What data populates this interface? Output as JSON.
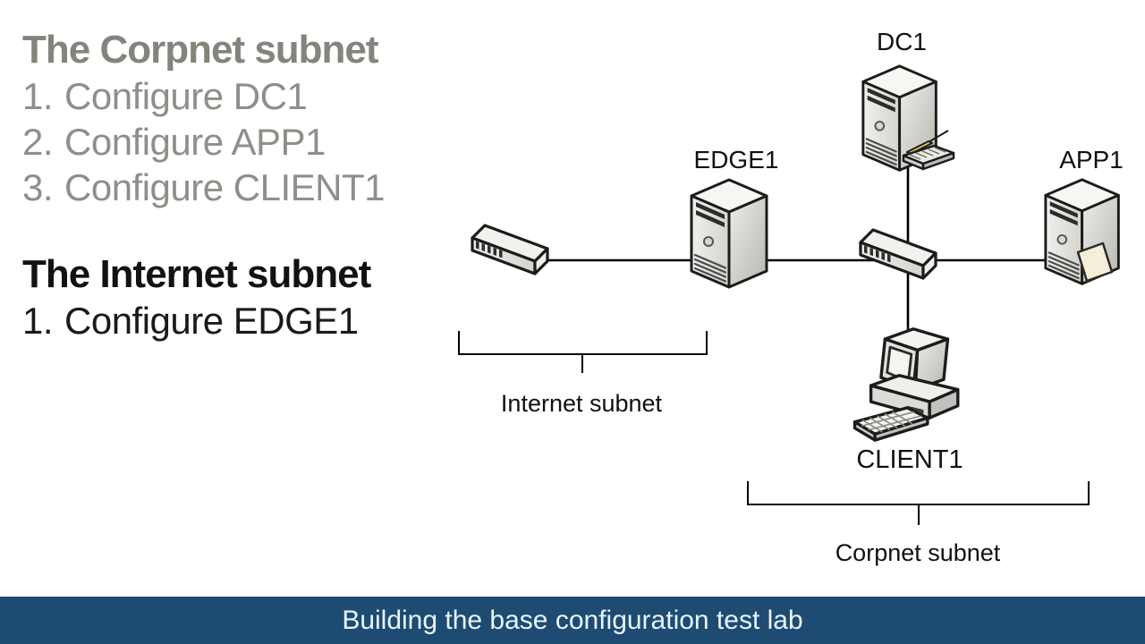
{
  "slide": {
    "sections": [
      {
        "heading": "The Corpnet subnet",
        "items": [
          {
            "num": "1.",
            "label": "Configure DC1"
          },
          {
            "num": "2.",
            "label": "Configure APP1"
          },
          {
            "num": "3.",
            "label": "Configure CLIENT1"
          }
        ]
      },
      {
        "heading": "The Internet subnet",
        "items": [
          {
            "num": "1.",
            "label": "Configure EDGE1"
          }
        ]
      }
    ]
  },
  "diagram": {
    "nodes": {
      "dc1": {
        "label": "DC1",
        "icon": "server-tower-icon"
      },
      "edge1": {
        "label": "EDGE1",
        "icon": "server-tower-icon"
      },
      "app1": {
        "label": "APP1",
        "icon": "server-tower-icon"
      },
      "client1": {
        "label": "CLIENT1",
        "icon": "desktop-pc-icon"
      },
      "internet_hub": {
        "label": "",
        "icon": "network-hub-icon"
      },
      "corpnet_hub": {
        "label": "",
        "icon": "network-hub-icon"
      }
    },
    "subnet_labels": {
      "internet": "Internet subnet",
      "corpnet": "Corpnet subnet"
    }
  },
  "footer": {
    "title": "Building the base configuration test lab",
    "bg_color": "#1d4b72",
    "text_color": "#e8f4fc"
  },
  "colors": {
    "muted_heading": "#85837c",
    "muted_text": "#908e88",
    "dark_text": "#1a1a1a",
    "connector": "#000000"
  }
}
